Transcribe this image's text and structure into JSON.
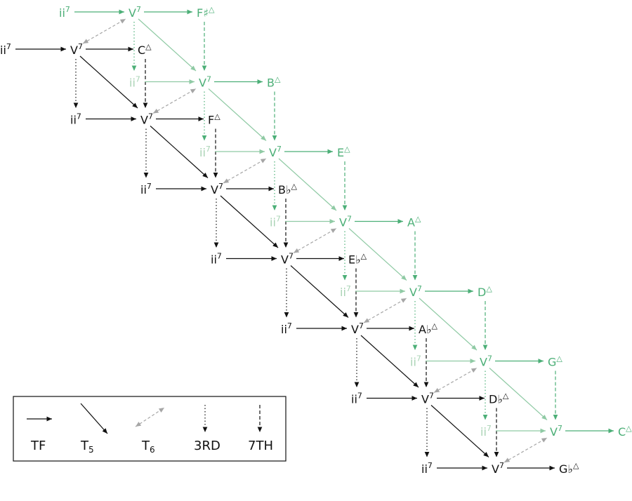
{
  "colors": {
    "black": "#111111",
    "green": "#4caf77",
    "light_green": "#a9d3b5",
    "gray": "#a6a6a6"
  },
  "black_rows": [
    {
      "ii": "ii",
      "ii_sup": "7",
      "v": "V",
      "v_sup": "7",
      "tonic": "C",
      "tonic_sup": "△"
    },
    {
      "ii": "ii",
      "ii_sup": "7",
      "v": "V",
      "v_sup": "7",
      "tonic": "F",
      "tonic_sup": "△"
    },
    {
      "ii": "ii",
      "ii_sup": "7",
      "v": "V",
      "v_sup": "7",
      "tonic": "B♭",
      "tonic_sup": "△"
    },
    {
      "ii": "ii",
      "ii_sup": "7",
      "v": "V",
      "v_sup": "7",
      "tonic": "E♭",
      "tonic_sup": "△"
    },
    {
      "ii": "ii",
      "ii_sup": "7",
      "v": "V",
      "v_sup": "7",
      "tonic": "A♭",
      "tonic_sup": "△"
    },
    {
      "ii": "ii",
      "ii_sup": "7",
      "v": "V",
      "v_sup": "7",
      "tonic": "D♭",
      "tonic_sup": "△"
    },
    {
      "ii": "ii",
      "ii_sup": "7",
      "v": "V",
      "v_sup": "7",
      "tonic": "G♭",
      "tonic_sup": "△"
    }
  ],
  "green_rows": [
    {
      "ii": "ii",
      "ii_sup": "7",
      "v": "V",
      "v_sup": "7",
      "tonic": "F♯",
      "tonic_sup": "△"
    },
    {
      "ii": "ii",
      "ii_sup": "7",
      "v": "V",
      "v_sup": "7",
      "tonic": "B",
      "tonic_sup": "△"
    },
    {
      "ii": "ii",
      "ii_sup": "7",
      "v": "V",
      "v_sup": "7",
      "tonic": "E",
      "tonic_sup": "△"
    },
    {
      "ii": "ii",
      "ii_sup": "7",
      "v": "V",
      "v_sup": "7",
      "tonic": "A",
      "tonic_sup": "△"
    },
    {
      "ii": "ii",
      "ii_sup": "7",
      "v": "V",
      "v_sup": "7",
      "tonic": "D",
      "tonic_sup": "△"
    },
    {
      "ii": "ii",
      "ii_sup": "7",
      "v": "V",
      "v_sup": "7",
      "tonic": "G",
      "tonic_sup": "△"
    },
    {
      "ii": "ii",
      "ii_sup": "7",
      "v": "V",
      "v_sup": "7",
      "tonic": "C",
      "tonic_sup": "△"
    }
  ],
  "legend": [
    {
      "label": "TF",
      "sub": ""
    },
    {
      "label": "T",
      "sub": "5"
    },
    {
      "label": "T",
      "sub": "6"
    },
    {
      "label": "3RD",
      "sub": ""
    },
    {
      "label": "7TH",
      "sub": ""
    }
  ]
}
